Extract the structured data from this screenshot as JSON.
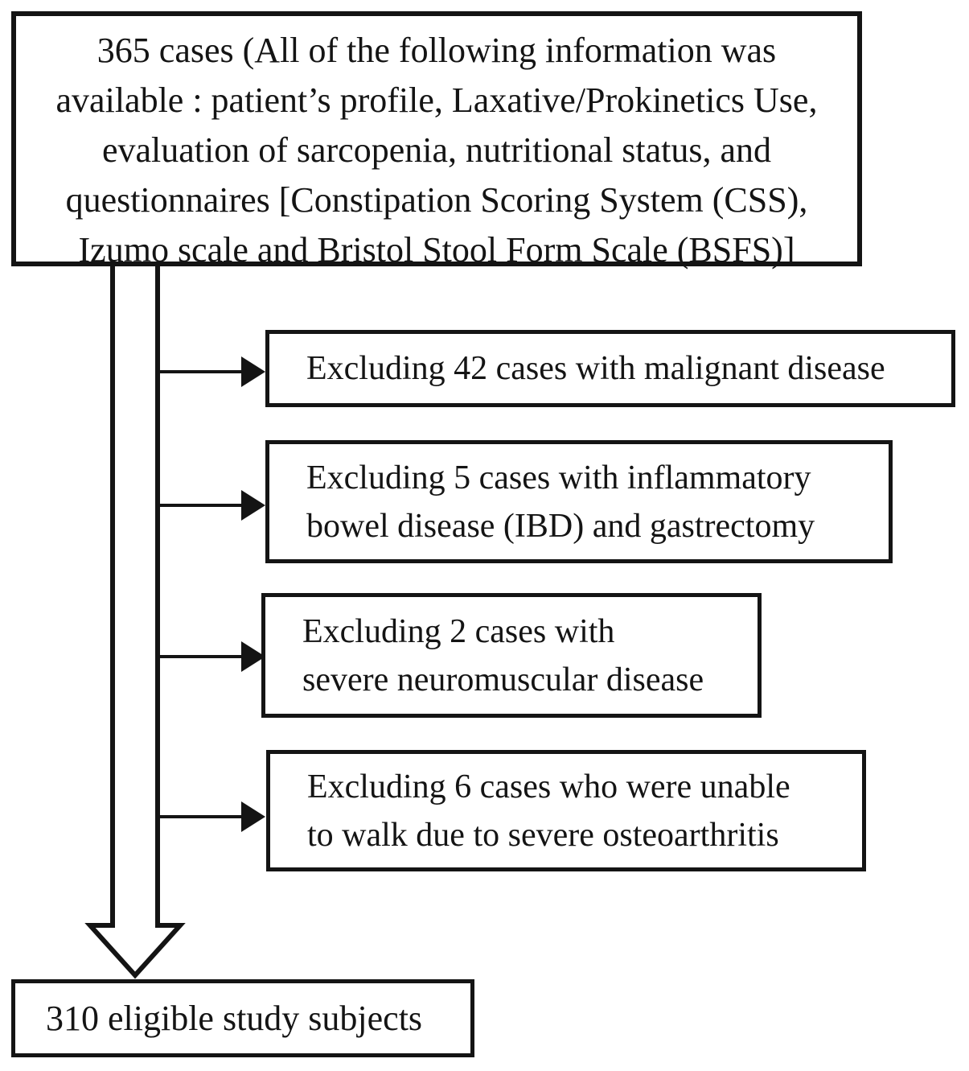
{
  "flowchart": {
    "source_box": {
      "line1": "365 cases (All of the following information was",
      "line2": "available : patient’s profile, Laxative/Prokinetics Use,",
      "line3": "evaluation of sarcopenia, nutritional status, and",
      "line4": "questionnaires [Constipation Scoring System (CSS),",
      "line5": "Izumo scale and Bristol Stool Form Scale (BSFS)]"
    },
    "exclusion_boxes": [
      {
        "lines": [
          "Excluding 42 cases with malignant disease"
        ]
      },
      {
        "lines": [
          "Excluding 5 cases with inflammatory",
          "bowel disease (IBD) and gastrectomy"
        ]
      },
      {
        "lines": [
          "Excluding 2 cases with",
          "severe neuromuscular disease"
        ]
      },
      {
        "lines": [
          "Excluding 6 cases who were unable",
          "to walk due to severe osteoarthritis"
        ]
      }
    ],
    "result_box": {
      "text": "310 eligible study subjects"
    },
    "colors": {
      "ink": "#141414",
      "background": "#ffffff"
    }
  }
}
